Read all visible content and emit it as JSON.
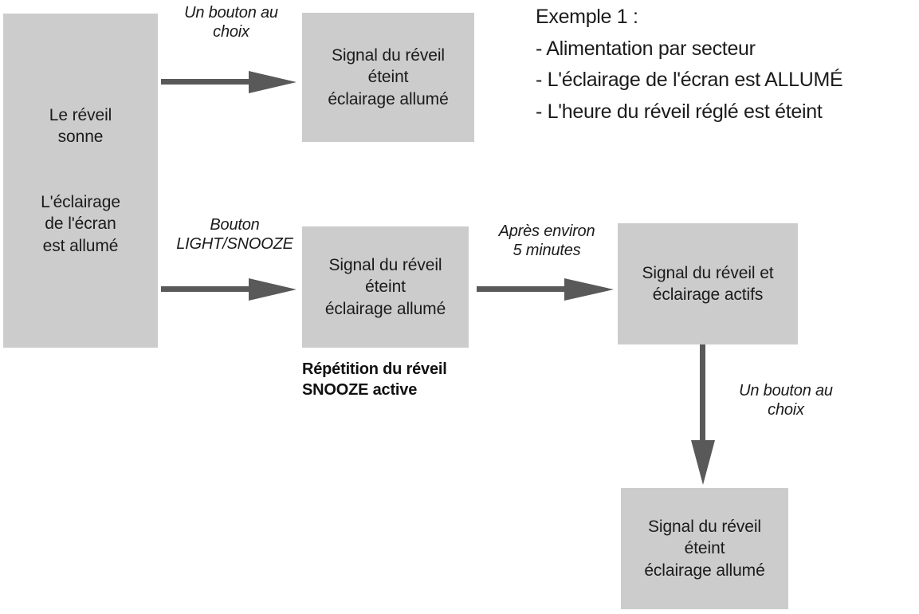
{
  "diagram": {
    "type": "flowchart",
    "accent_color": "#595959",
    "box_fill_color": "#cccccc",
    "text_color": "#1b1b1b",
    "background_color": "#ffffff",
    "boxes": [
      {
        "id": "alarm-ringing",
        "text": "Le réveil\nsonne\n\nL'éclairage\nde l'écran\nest allumé",
        "line1": "Le réveil",
        "line2": "sonne",
        "line3": "L'éclairage",
        "line4": "de l'écran",
        "line5": "est allumé"
      },
      {
        "id": "alarm-off-light-on-top",
        "line1": "Signal du réveil",
        "line2": "éteint",
        "line3": "éclairage allumé"
      },
      {
        "id": "snooze-state",
        "line1": "Signal du réveil",
        "line2": "éteint",
        "line3": "éclairage allumé"
      },
      {
        "id": "alarm-light-active",
        "line1": "Signal du réveil et",
        "line2": "éclairage actifs"
      },
      {
        "id": "alarm-off-light-on-bottom",
        "line1": "Signal du réveil",
        "line2": "éteint",
        "line3": "éclairage allumé"
      }
    ],
    "edges": [
      {
        "id": "any-button-top",
        "line1": "Un bouton au",
        "line2": "choix"
      },
      {
        "id": "light-snooze-button",
        "line1": "Bouton",
        "line2": "LIGHT/SNOOZE"
      },
      {
        "id": "after-5-minutes",
        "line1": "Après environ",
        "line2": "5 minutes"
      },
      {
        "id": "any-button-bottom",
        "line1": "Un bouton au",
        "line2": "choix"
      }
    ],
    "caption": {
      "id": "snooze-caption",
      "line1": "Répétition du réveil",
      "line2": "SNOOZE active"
    },
    "legend": {
      "title": "Exemple 1 :",
      "items": [
        "- Alimentation par secteur",
        "- L'éclairage de l'écran est ALLUMÉ",
        "- L'heure du réveil réglé est éteint"
      ]
    }
  }
}
